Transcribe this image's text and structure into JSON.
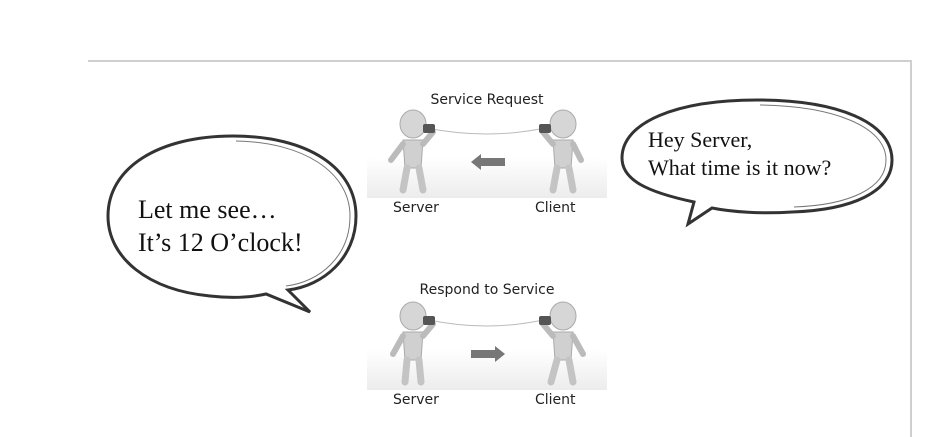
{
  "request_panel": {
    "title": "Service Request",
    "left_label": "Server",
    "right_label": "Client",
    "arrow_direction": "left"
  },
  "response_panel": {
    "title": "Respond to Service",
    "left_label": "Server",
    "right_label": "Client",
    "arrow_direction": "right"
  },
  "client_bubble": {
    "line1": "Hey Server,",
    "line2": "What time is it now?"
  },
  "server_bubble": {
    "line1": "Let me see…",
    "line2": "It’s 12 O’clock!"
  }
}
